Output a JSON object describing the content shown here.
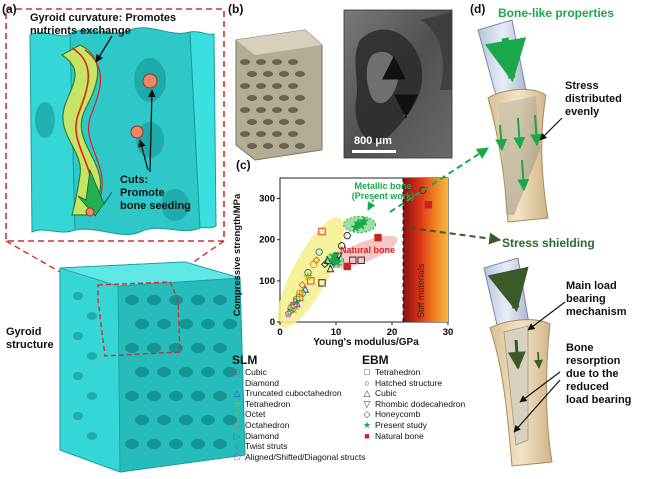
{
  "panels": {
    "a": "(a)",
    "b": "(b)",
    "c": "(c)",
    "d": "(d)"
  },
  "panel_a": {
    "gyroid_title_line1": "Gyroid curvature: Promotes",
    "gyroid_title_line2": "nutrients exchange",
    "cuts_line1": "Cuts:",
    "cuts_line2": "Promote",
    "cuts_line3": "bone seeding",
    "structure_line1": "Gyroid",
    "structure_line2": "structure"
  },
  "panel_b": {
    "scale_bar": "800 μm"
  },
  "panel_d": {
    "title": "Bone-like properties",
    "stress_line1": "Stress",
    "stress_line2": "distributed",
    "stress_line3": "evenly",
    "shielding": "Stress shielding",
    "load_line1": "Main load",
    "load_line2": "bearing",
    "load_line3": "mechanism",
    "resorp_line1": "Bone",
    "resorp_line2": "resorption",
    "resorp_line3": "due to the",
    "resorp_line4": "reduced",
    "resorp_line5": "load bearing"
  },
  "colors": {
    "cyan": "#35d6d6",
    "green": "#1aa84a",
    "red": "#e02020",
    "yellow_region": "#f4f08a",
    "dashed_red": "#d32f2f"
  },
  "chart_data": {
    "type": "scatter",
    "xlabel": "Young's modulus/GPa",
    "ylabel": "Compressive strength/MPa",
    "xlim": [
      0,
      30
    ],
    "ylim": [
      0,
      350
    ],
    "xticks": [
      "0",
      "10",
      "20",
      "30"
    ],
    "yticks": [
      "0",
      "100",
      "200",
      "300"
    ],
    "annotations": {
      "metallic_line1": "Metallic bone",
      "metallic_line2": "(Present work)",
      "natural": "Natural bone",
      "stiff": "Stiff materials"
    },
    "series": [
      {
        "name": "Cubic",
        "group": "SLM",
        "marker": "square-open",
        "color": "#e04040",
        "points": [
          [
            2.5,
            40
          ],
          [
            3.5,
            60
          ],
          [
            5.5,
            100
          ],
          [
            7.5,
            220
          ]
        ]
      },
      {
        "name": "Diamond",
        "group": "SLM",
        "marker": "circle-open",
        "color": "#30b030",
        "points": [
          [
            2.0,
            35
          ],
          [
            3.0,
            55
          ],
          [
            4.0,
            70
          ]
        ]
      },
      {
        "name": "Truncated cuboctahedron",
        "group": "SLM",
        "marker": "triangle-open",
        "color": "#3050d0",
        "points": [
          [
            3.0,
            45
          ],
          [
            4.5,
            80
          ]
        ]
      },
      {
        "name": "Tetrahedron",
        "group": "SLM",
        "marker": "star-open",
        "color": "#d0c000",
        "points": [
          [
            2.5,
            30
          ],
          [
            5.0,
            110
          ]
        ]
      },
      {
        "name": "Octet",
        "group": "SLM",
        "marker": "circle-open",
        "color": "#e0a000",
        "points": [
          [
            3.5,
            70
          ],
          [
            6.0,
            140
          ]
        ]
      },
      {
        "name": "Octahedron",
        "group": "SLM",
        "marker": "diamond-open",
        "color": "#e07000",
        "points": [
          [
            4.0,
            90
          ],
          [
            6.5,
            150
          ]
        ]
      },
      {
        "name": "Diamond",
        "group": "SLM",
        "marker": "triangle-right-open",
        "color": "#20a040",
        "points": [
          [
            2.0,
            25
          ],
          [
            3.0,
            50
          ]
        ]
      },
      {
        "name": "Twist struts",
        "group": "SLM",
        "marker": "circle-open",
        "color": "#2080a0",
        "points": [
          [
            5.0,
            120
          ],
          [
            7.0,
            170
          ]
        ]
      },
      {
        "name": "Aligned/Shifted/Diagonal structs",
        "group": "SLM",
        "marker": "pentagon-open",
        "color": "#d040c0",
        "points": [
          [
            1.5,
            20
          ],
          [
            2.5,
            40
          ]
        ]
      },
      {
        "name": "Tetrahedron",
        "group": "EBM",
        "marker": "square-open",
        "color": "#333333",
        "points": [
          [
            7.5,
            95
          ],
          [
            14.5,
            150
          ],
          [
            13.0,
            150
          ]
        ]
      },
      {
        "name": "Hatched structure",
        "group": "EBM",
        "marker": "circle-open",
        "color": "#333333",
        "points": [
          [
            10.0,
            150
          ],
          [
            11.0,
            185
          ],
          [
            12.0,
            210
          ],
          [
            25.5,
            320
          ]
        ]
      },
      {
        "name": "Cubic",
        "group": "EBM",
        "marker": "triangle-open",
        "color": "#333333",
        "points": [
          [
            8.5,
            150
          ],
          [
            9.0,
            130
          ]
        ]
      },
      {
        "name": "Rhombic dodecahedron",
        "group": "EBM",
        "marker": "triangle-down-open",
        "color": "#333333",
        "points": [
          [
            9.5,
            145
          ],
          [
            10.5,
            160
          ]
        ]
      },
      {
        "name": "Honeycomb",
        "group": "EBM",
        "marker": "diamond-open",
        "color": "#333333",
        "points": [
          [
            8.0,
            140
          ]
        ]
      },
      {
        "name": "Present study",
        "group": "EBM",
        "marker": "star-filled",
        "color": "#1aa84a",
        "points": [
          [
            9.3,
            150
          ],
          [
            9.7,
            160
          ],
          [
            10.2,
            145
          ],
          [
            13.5,
            230
          ],
          [
            14.0,
            240
          ],
          [
            14.5,
            235
          ],
          [
            15.0,
            245
          ]
        ]
      },
      {
        "name": "Natural bone",
        "group": "EBM",
        "marker": "square-filled",
        "color": "#d02020",
        "points": [
          [
            12.0,
            135
          ],
          [
            17.5,
            205
          ],
          [
            26.5,
            285
          ]
        ]
      }
    ],
    "legend_headers": {
      "slm": "SLM",
      "ebm": "EBM"
    }
  }
}
